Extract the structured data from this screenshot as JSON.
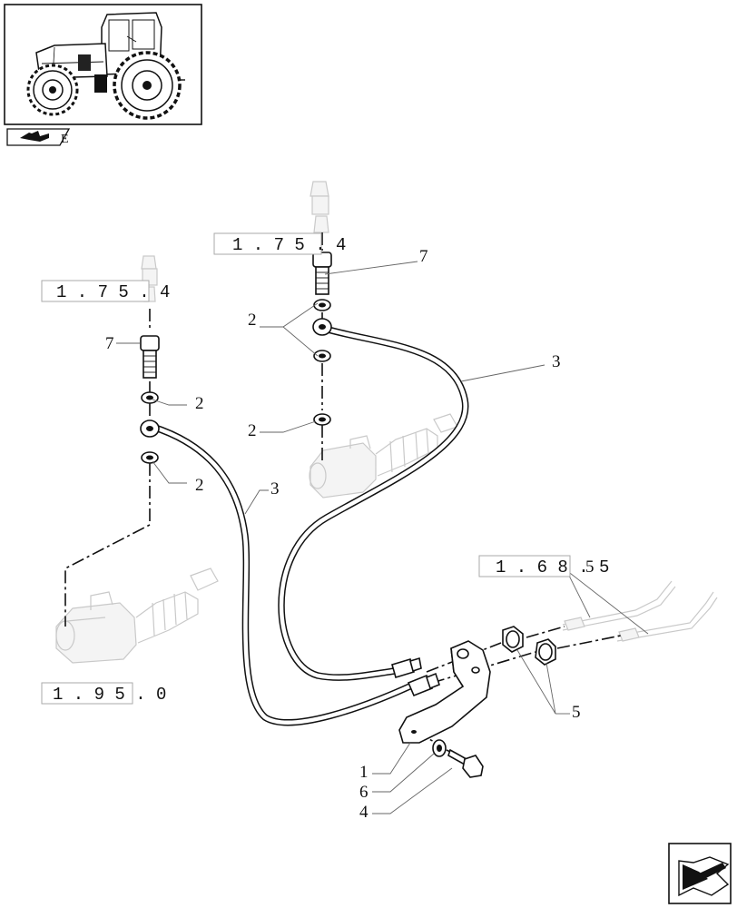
{
  "references": {
    "ref_top_center": "1 . 7 5 . 4",
    "ref_top_left": "1 . 7 5 . 4",
    "ref_right": "1 . 6 8 . 5",
    "ref_bottom_left": "1 . 9 5 . 0"
  },
  "callouts": {
    "c7_right": "7",
    "c2_upper_center": "2",
    "c3_right": "3",
    "c7_left": "7",
    "c2_left_upper": "2",
    "c2_center_lower": "2",
    "c2_left_lower": "2",
    "c3_left": "3",
    "c5_ref": "5",
    "c5_nuts": "5",
    "c1": "1",
    "c6": "6",
    "c4": "4"
  },
  "icons": {
    "thumbnail": "tractor-thumbnail",
    "section": "section-icon",
    "next": "next-page-arrow-icon"
  }
}
